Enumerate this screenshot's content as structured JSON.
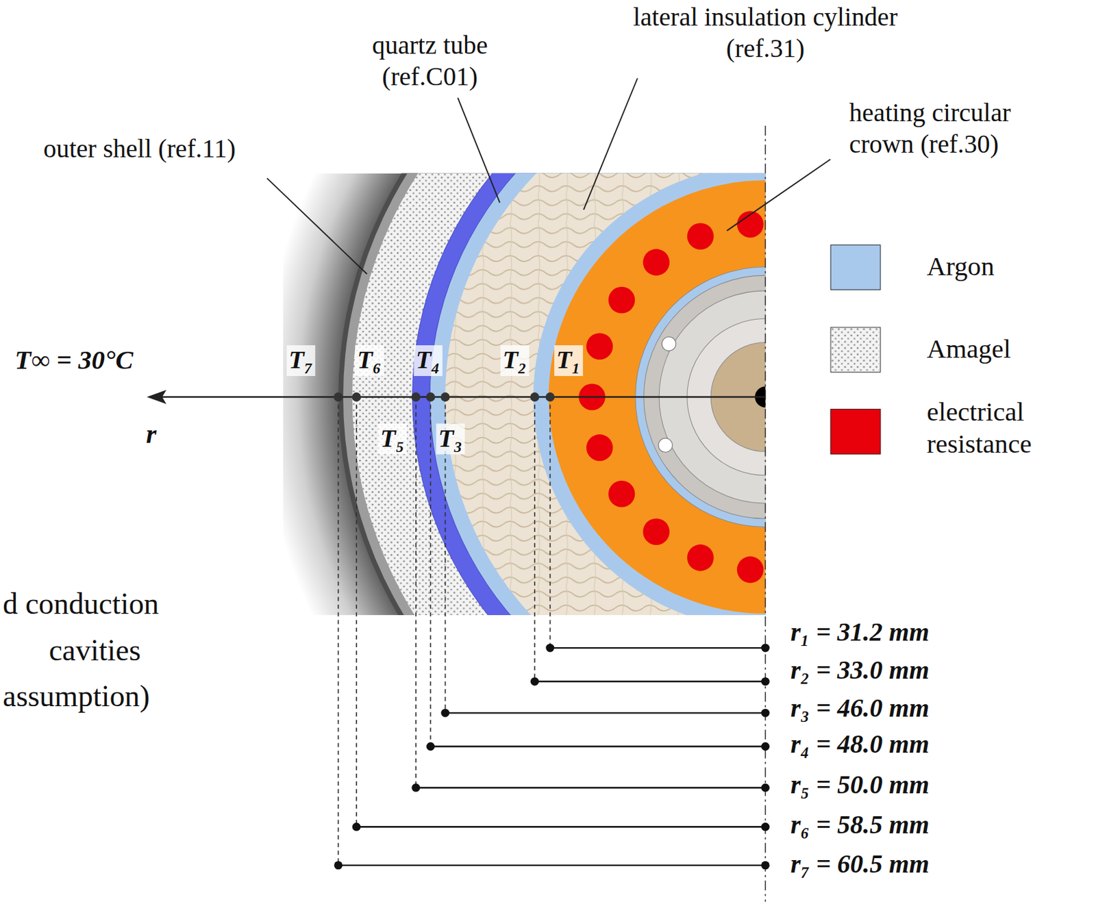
{
  "diagram": {
    "labels": [
      "quartz tube (ref.C01)",
      "lateral insulation cylinder (ref.31)",
      "outer shell (ref.11)",
      "heating circular crown (ref.30)",
      "T∞ = 30°C",
      "r",
      "T₇",
      "T₆",
      "T₄",
      "T₂",
      "T₁",
      "T₅",
      "T₃",
      "r₁ = 31.2 mm",
      "r₂ = 33.0 mm",
      "r₃ = 46.0 mm",
      "r₄ = 48.0 mm",
      "r₅ = 50.0 mm",
      "r₆ = 58.5 mm",
      "r₇ = 60.5 mm",
      "d conduction",
      "cavities",
      "assumption)"
    ],
    "legend": [
      {
        "text": "Argon",
        "color": "#a9c9ec"
      },
      {
        "text": "Amagel"
      },
      {
        "text": "electrical resistance",
        "color": "#e8000b"
      }
    ]
  }
}
